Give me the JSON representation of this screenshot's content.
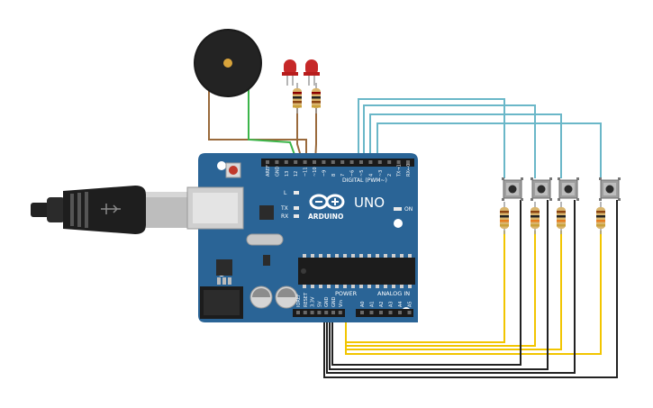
{
  "board": {
    "brand": "ARDUINO",
    "model": "UNO",
    "on_label": "ON",
    "l_label": "L",
    "tx_label": "TX",
    "rx_label": "RX",
    "digital_header_label": "DIGITAL (PWM~)",
    "power_label": "POWER",
    "analog_label": "ANALOG IN",
    "top_pins": [
      "AREF",
      "GND",
      "13",
      "12",
      "~11",
      "~10",
      "~9",
      "8",
      "7",
      "~6",
      "~5",
      "4",
      "~3",
      "2",
      "TX→1",
      "RX←0"
    ],
    "power_pins": [
      "IOREF",
      "RESET",
      "3.3V",
      "5V",
      "GND",
      "GND",
      "Vin"
    ],
    "analog_pins": [
      "A0",
      "A1",
      "A2",
      "A3",
      "A4",
      "A5"
    ]
  },
  "colors": {
    "board": "#2a6496",
    "wire_cyan": "#6ab7c8",
    "wire_yellow": "#f2c500",
    "wire_black": "#222222",
    "wire_green": "#3cb54a",
    "wire_brown": "#9a6a3c",
    "led_red": "#c62828"
  },
  "icons": [
    "usb-cable-icon",
    "buzzer-icon",
    "led-icon",
    "resistor-icon",
    "pushbutton-icon",
    "chip-icon",
    "capacitor-icon",
    "crystal-icon",
    "reset-button-icon",
    "barrel-jack-icon"
  ]
}
